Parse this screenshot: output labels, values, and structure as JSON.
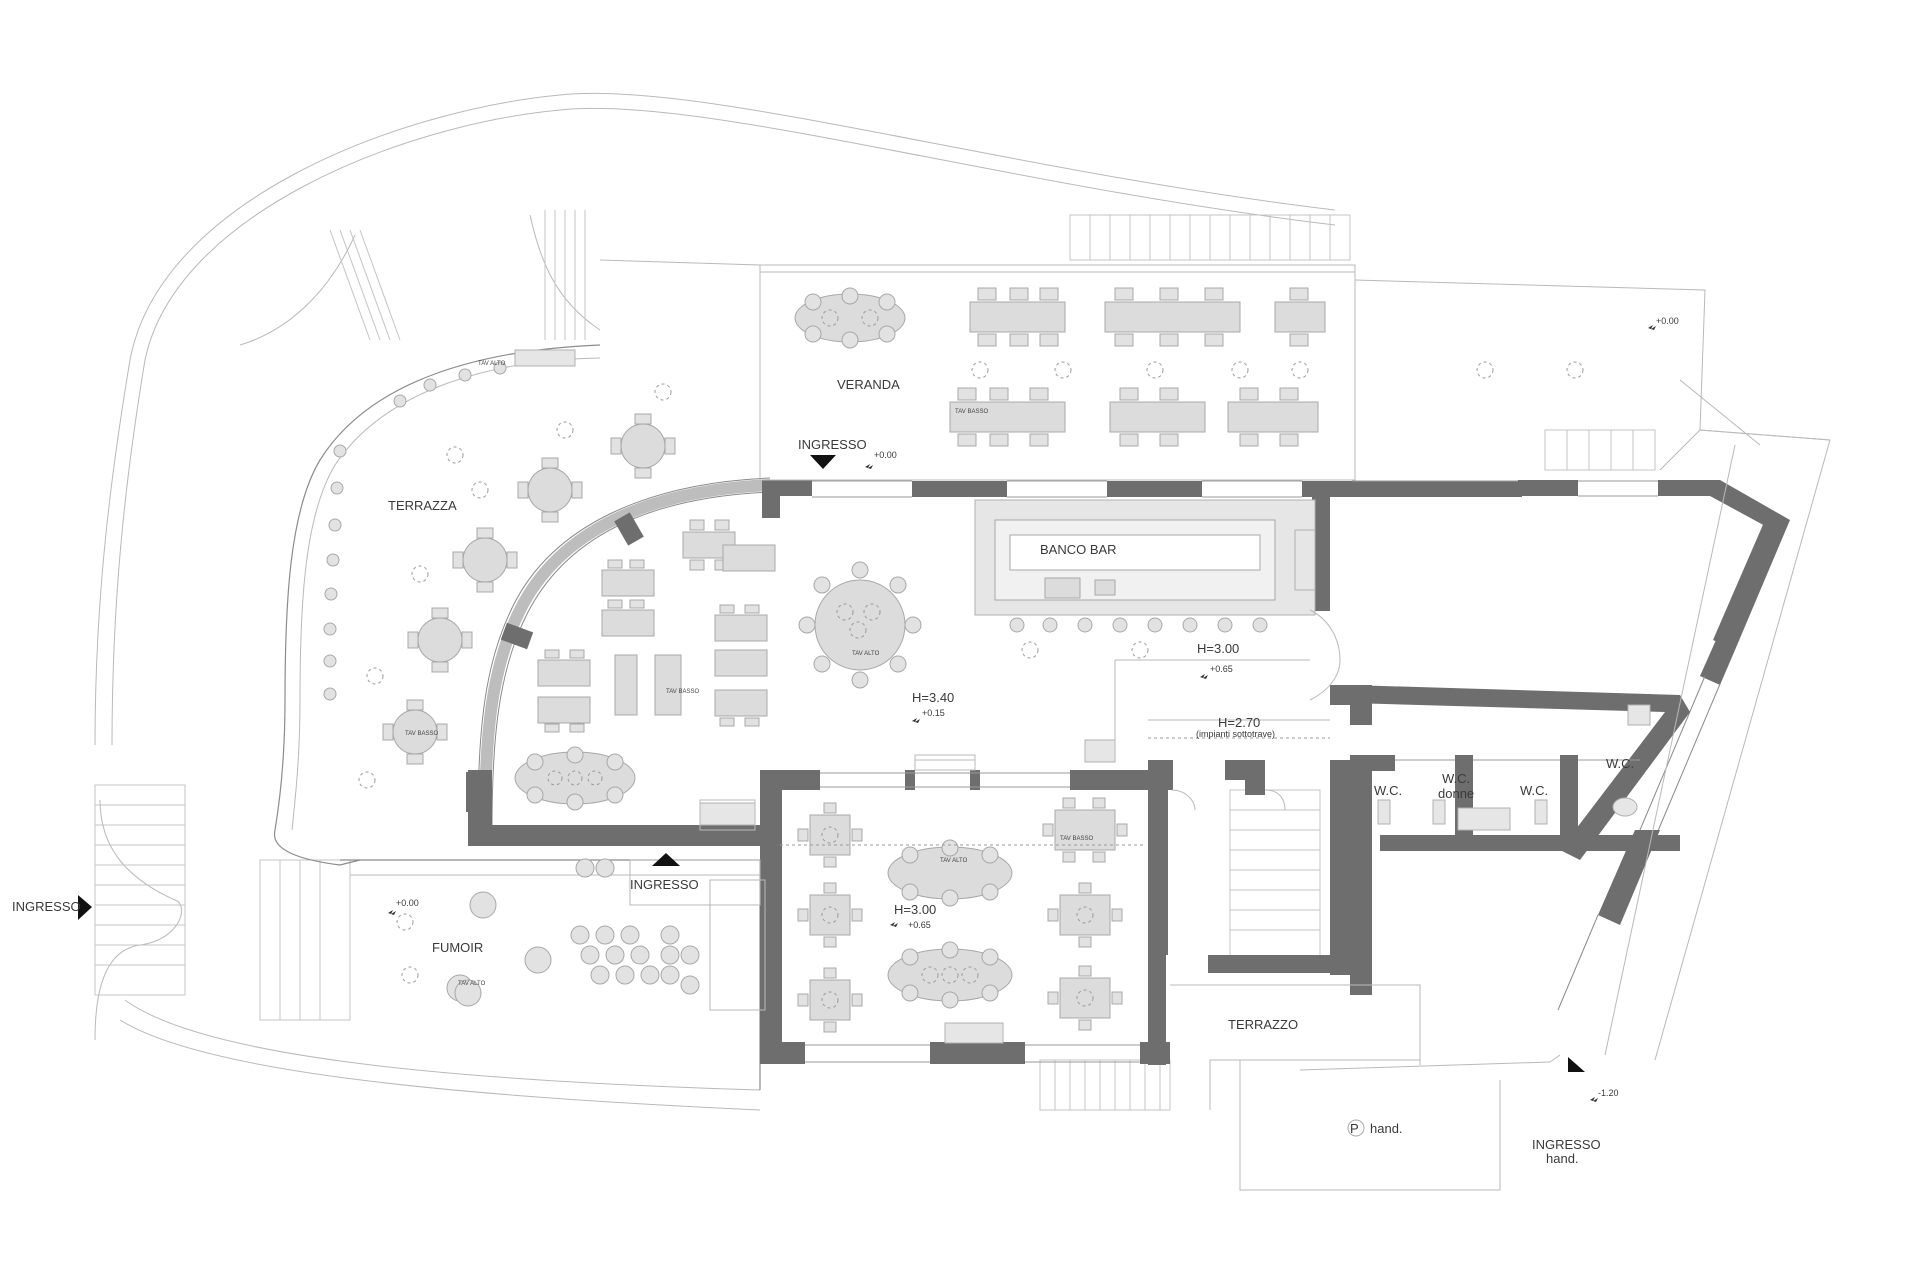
{
  "labels": {
    "ingresso_left": "INGRESSO",
    "ingresso_top": "INGRESSO",
    "ingresso_mid": "INGRESSO",
    "ingresso_hand": "INGRESSO",
    "hand": "hand.",
    "veranda": "VERANDA",
    "terrazza": "TERRAZZA",
    "fumoir": "FUMOIR",
    "banco_bar": "BANCO BAR",
    "terrazzo": "TERRAZZO",
    "wc_left": "W.C.",
    "wc_donne": "W.C.",
    "donne": "donne",
    "wc_right": "W.C.",
    "wc_far": "W.C.",
    "parking": "P",
    "parking_hand": "hand."
  },
  "heights": {
    "h340": "H=3.40",
    "h300_bar": "H=3.00",
    "h270": "H=2.70",
    "impianti": "(impianti sottotrave)",
    "h300_room": "H=3.00"
  },
  "levels": {
    "lvl_ingresso_top": "+0.00",
    "lvl_right_top": "+0.00",
    "lvl_main": "+0.15",
    "lvl_bar": "+0.65",
    "lvl_room": "+0.65",
    "lvl_fumoir": "+0.00",
    "lvl_hand": "-1.20"
  },
  "tables": {
    "tav_alto_1": "TAV ALTO",
    "tav_basso_1": "TAV BASSO",
    "tav_basso_2": "TAV BASSO",
    "tav_basso_3": "TAV BASSO",
    "tav_alto_2": "TAV ALTO",
    "tav_alto_3": "TAV ALTO",
    "tav_alto_4": "TAV ALTO",
    "tav_basso_4": "TAV BASSO"
  }
}
